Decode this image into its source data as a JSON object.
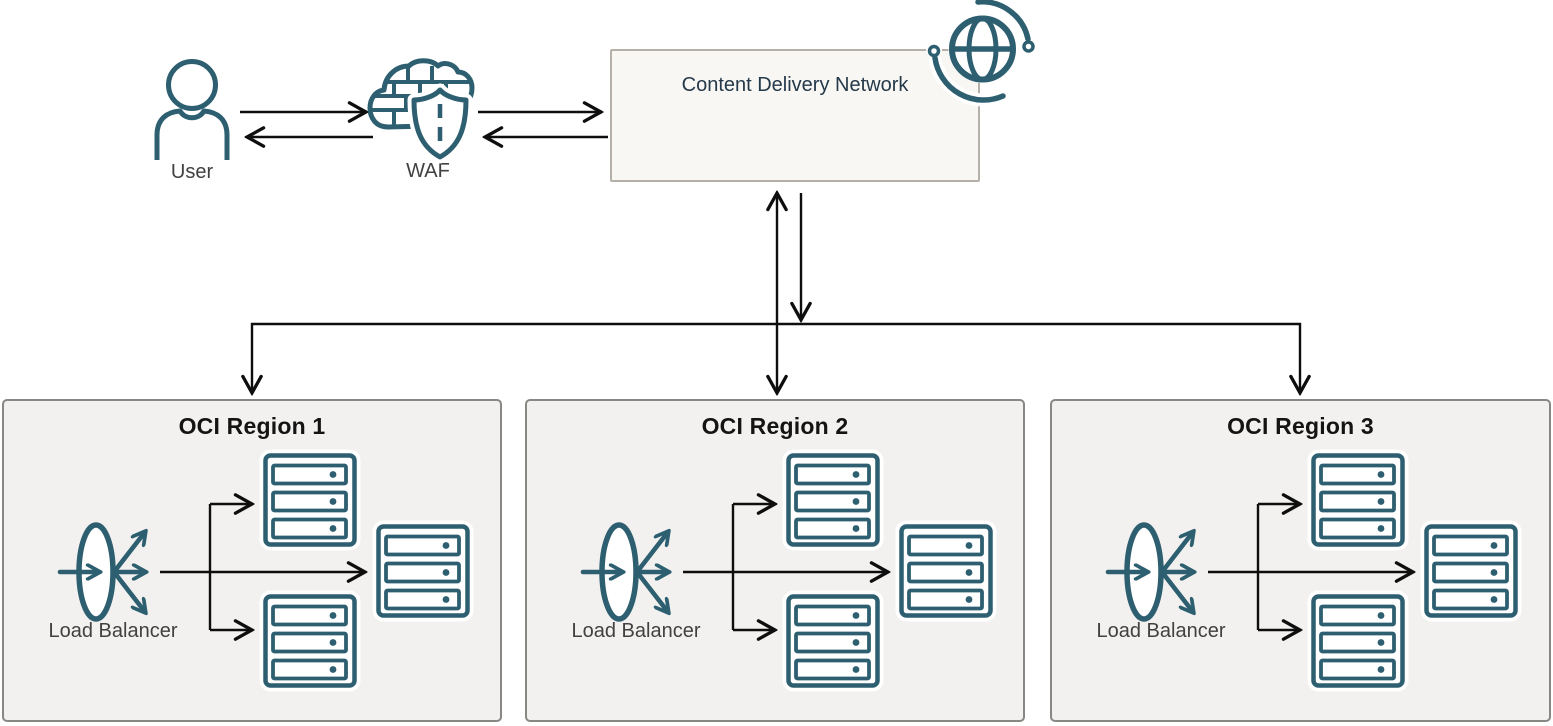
{
  "diagram": {
    "user": {
      "label": "User"
    },
    "waf": {
      "label": "WAF"
    },
    "cdn": {
      "label": "Content Delivery Network"
    },
    "regions": [
      {
        "title": "OCI Region 1",
        "load_balancer_label": "Load Balancer",
        "server_stacks": 3
      },
      {
        "title": "OCI Region 2",
        "load_balancer_label": "Load Balancer",
        "server_stacks": 3
      },
      {
        "title": "OCI Region 3",
        "load_balancer_label": "Load Balancer",
        "server_stacks": 3
      }
    ],
    "icons": {
      "user": "person-icon",
      "waf": "firewall-shield-icon",
      "cdn": "globe-network-icon",
      "load_balancer": "load-balancer-icon",
      "server": "server-stack-icon"
    },
    "colors": {
      "icon_teal": "#2d5f71",
      "connector_black": "#0e0e0e",
      "region_fill": "#f2f1ef",
      "region_border": "#898783",
      "cdn_fill": "#f8f7f4",
      "cdn_border": "#b5b1a9",
      "label_gray": "#414141",
      "title_black": "#141414",
      "cdn_text": "#24394a"
    }
  }
}
